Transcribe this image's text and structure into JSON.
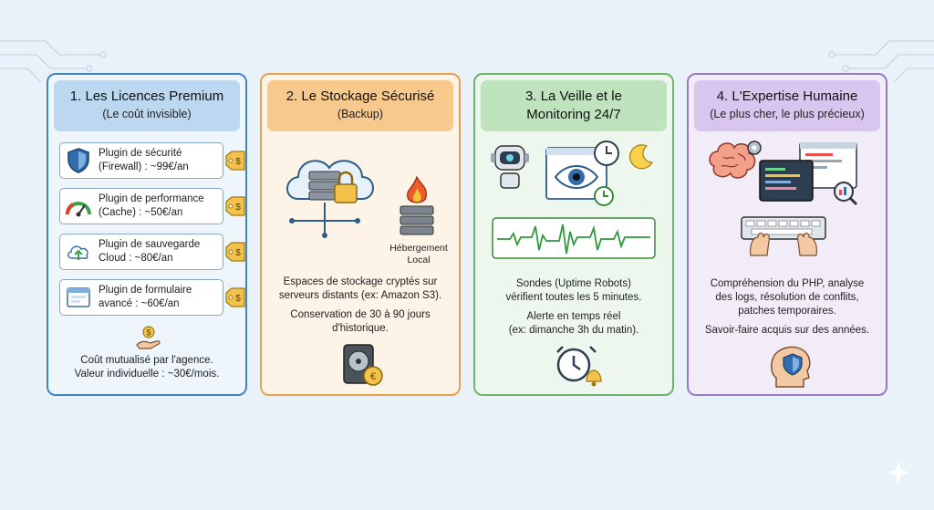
{
  "cards": [
    {
      "title": "1. Les Licences Premium",
      "subtitle": "(Le coût invisible)",
      "plugins": [
        {
          "line1": "Plugin de sécurité",
          "line2": "(Firewall) : ~99€/an",
          "icon": "shield-icon"
        },
        {
          "line1": "Plugin de performance",
          "line2": "(Cache) : ~50€/an",
          "icon": "gauge-icon"
        },
        {
          "line1": "Plugin de sauvegarde",
          "line2": "Cloud : ~80€/an",
          "icon": "cloud-upload-icon"
        },
        {
          "line1": "Plugin de formulaire",
          "line2": "avancé : ~60€/an",
          "icon": "form-icon"
        }
      ],
      "footer_line1": "Coût mutualisé par l'agence.",
      "footer_line2": "Valeur individuelle : ~30€/mois.",
      "footer_icon": "hand-coin-icon"
    },
    {
      "title": "2. Le Stockage Sécurisé",
      "subtitle": "(Backup)",
      "label_local_1": "Hébergement",
      "label_local_2": "Local",
      "text1_line1": "Espaces de stockage cryptés sur",
      "text1_line2": "serveurs distants (ex: Amazon S3).",
      "text2_line1": "Conservation de 30 à 90 jours",
      "text2_line2": "d'historique.",
      "icons": [
        "cloud-server-lock-icon",
        "fire-server-icon",
        "hard-drive-euro-icon"
      ]
    },
    {
      "title_line1": "3. La Veille et le",
      "title_line2": "Monitoring 24/7",
      "text1_line1": "Sondes (Uptime Robots)",
      "text1_line2": "vérifient toutes les 5 minutes.",
      "text2_line1": "Alerte en temps réel",
      "text2_line2": "(ex: dimanche 3h du matin).",
      "icons": [
        "robot-icon",
        "eye-monitor-icon",
        "clock-icon",
        "moon-icon",
        "pulse-wave-icon",
        "alarm-clock-icon"
      ]
    },
    {
      "title": "4. L'Expertise Humaine",
      "subtitle": "(Le plus cher, le plus précieux)",
      "text1_line1": "Compréhension du PHP, analyse",
      "text1_line2": "des logs, résolution de conflits,",
      "text1_line3": "patches temporaires.",
      "text2": "Savoir-faire acquis sur des années.",
      "icons": [
        "brain-gear-icon",
        "code-screens-icon",
        "keyboard-hands-icon",
        "head-shield-icon"
      ]
    }
  ],
  "colors": {
    "card1": "#3e86c4",
    "card2": "#e9a04c",
    "card3": "#6cb56c",
    "card4": "#9a78c6",
    "tag": "#f2c24a"
  }
}
